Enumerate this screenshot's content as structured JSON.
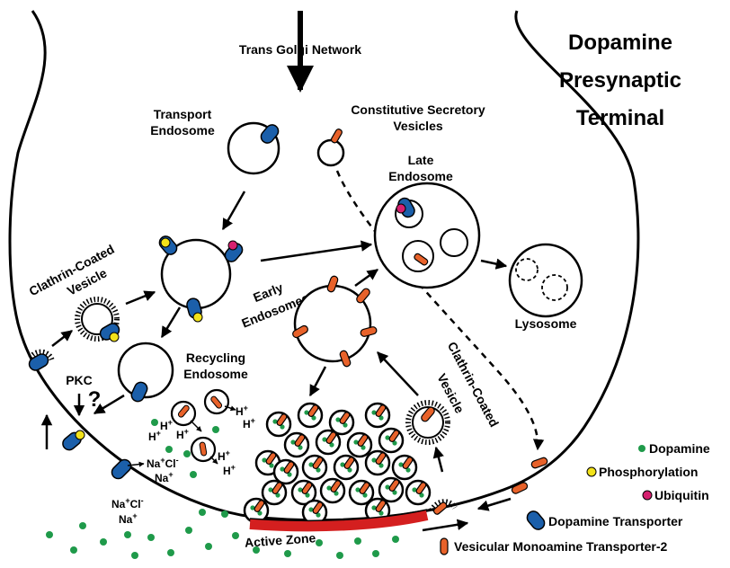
{
  "title": {
    "line1": "Dopamine",
    "line2": "Presynaptic",
    "line3": "Terminal"
  },
  "labels": {
    "tgn": "Trans Golgi Network",
    "transport_endosome_1": "Transport",
    "transport_endosome_2": "Endosome",
    "constitutive_1": "Constitutive Secretory",
    "constitutive_2": "Vesicles",
    "late_endosome_1": "Late",
    "late_endosome_2": "Endosome",
    "ccv_left_1": "Clathrin-Coated",
    "ccv_left_2": "Vesicle",
    "early_endosomes_1": "Early",
    "early_endosomes_2": "Endosomes",
    "lysosome": "Lysosome",
    "recycling_1": "Recycling",
    "recycling_2": "Endosome",
    "pkc": "PKC",
    "question": "?",
    "ccv_right_1": "Clathrin-Coated",
    "ccv_right_2": "Vesicle",
    "active_zone": "Active Zone"
  },
  "ions": {
    "h": "H",
    "plus": "+",
    "na": "Na",
    "cl": "Cl",
    "minus": "-"
  },
  "legend": {
    "dopamine": "Dopamine",
    "phosphorylation": "Phosphorylation",
    "ubiquitin": "Ubiquitin",
    "dat": "Dopamine Transporter",
    "vmat2": "Vesicular Monoamine Transporter-2"
  },
  "colors": {
    "dopamine": "#1f9a4a",
    "phosphorylation": "#f2e21a",
    "ubiquitin": "#d6206f",
    "dat": "#1b5faa",
    "vmat2": "#e8622a",
    "active_zone": "#d41f1f"
  }
}
